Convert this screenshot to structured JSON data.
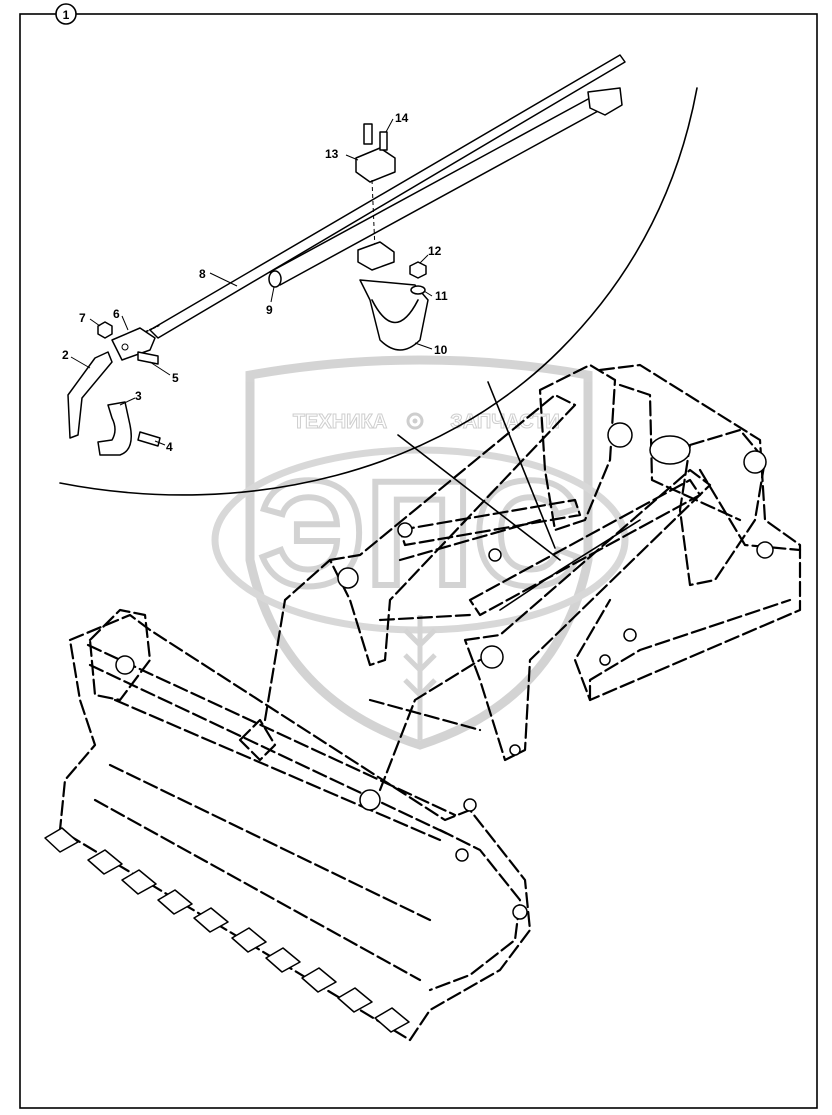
{
  "figure": {
    "number": "1"
  },
  "callouts": [
    {
      "id": "c14",
      "text": "14"
    },
    {
      "id": "c13",
      "text": "13"
    },
    {
      "id": "c12",
      "text": "12"
    },
    {
      "id": "c11",
      "text": "11"
    },
    {
      "id": "c10",
      "text": "10"
    },
    {
      "id": "c9",
      "text": "9"
    },
    {
      "id": "c8",
      "text": "8"
    },
    {
      "id": "c7",
      "text": "7"
    },
    {
      "id": "c6",
      "text": "6"
    },
    {
      "id": "c5",
      "text": "5"
    },
    {
      "id": "c4",
      "text": "4"
    },
    {
      "id": "c3",
      "text": "3"
    },
    {
      "id": "c2",
      "text": "2"
    }
  ],
  "watermark": {
    "left_word": "ТЕХНИКА",
    "right_word": "ЗАПЧАСТИ",
    "logo_letters": "ЭПС",
    "color": "#c9c9c9"
  },
  "colors": {
    "line": "#000000",
    "background": "#ffffff"
  }
}
